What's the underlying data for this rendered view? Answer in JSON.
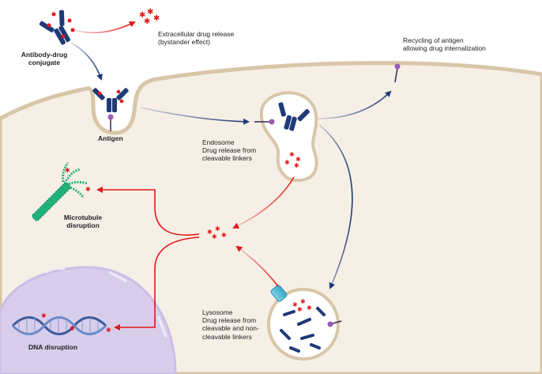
{
  "labels": {
    "adc": "Antibody-drug conjugate",
    "extracellular_line1": "Extracellular drug release",
    "extracellular_line2": "(bystander effect)",
    "antigen": "Antigen",
    "recycling_bold": "Recycling",
    "recycling_rest": " of antigen",
    "recycling_line2": "allowing drug internalization",
    "endosome": "Endosome",
    "endosome_desc_1": "Drug release from",
    "endosome_desc_2": "cleavable linkers",
    "microtubule_1": "Microtubule",
    "microtubule_2": "disruption",
    "lysosome": "Lysosome",
    "lysosome_desc_1": "Drug release from",
    "lysosome_desc_2": "cleavable and non-",
    "lysosome_desc_3": "cleavable linkers",
    "dna": "DNA disruption"
  },
  "colors": {
    "cell_fill": "#f6efe6",
    "membrane": "#d8c6a8",
    "nucleus": "#d9cdec",
    "antibody": "#1f3a78",
    "drug": "#e01919",
    "antigen": "#9b59b6",
    "arrow_blue": "#1f3a78",
    "arrow_red": "#e01919",
    "microtubule": "#22b07a",
    "dna_strand": "#3d5a99"
  }
}
